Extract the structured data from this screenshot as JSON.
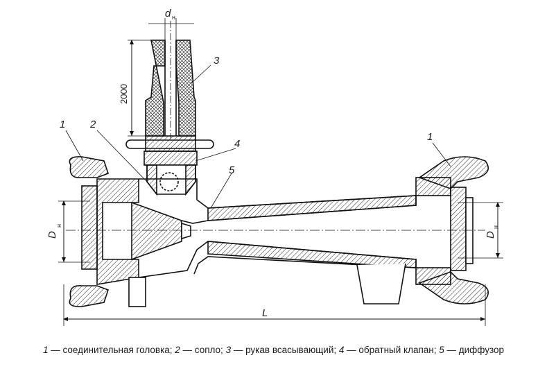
{
  "dimensions": {
    "d_symbol": "d",
    "d_sub": "н",
    "D_symbol": "D",
    "D_sub": "н",
    "length": "L",
    "hose_length": "2000"
  },
  "callouts": [
    "1",
    "2",
    "3",
    "4",
    "5",
    "1"
  ],
  "legend": [
    {
      "num": "1",
      "text": " — соединительная головка; "
    },
    {
      "num": "2",
      "text": " — сопло; "
    },
    {
      "num": "3",
      "text": " — рукав всасывающий; "
    },
    {
      "num": "4",
      "text": " — обратный клапан; "
    },
    {
      "num": "5",
      "text": " — диффузор"
    }
  ]
}
